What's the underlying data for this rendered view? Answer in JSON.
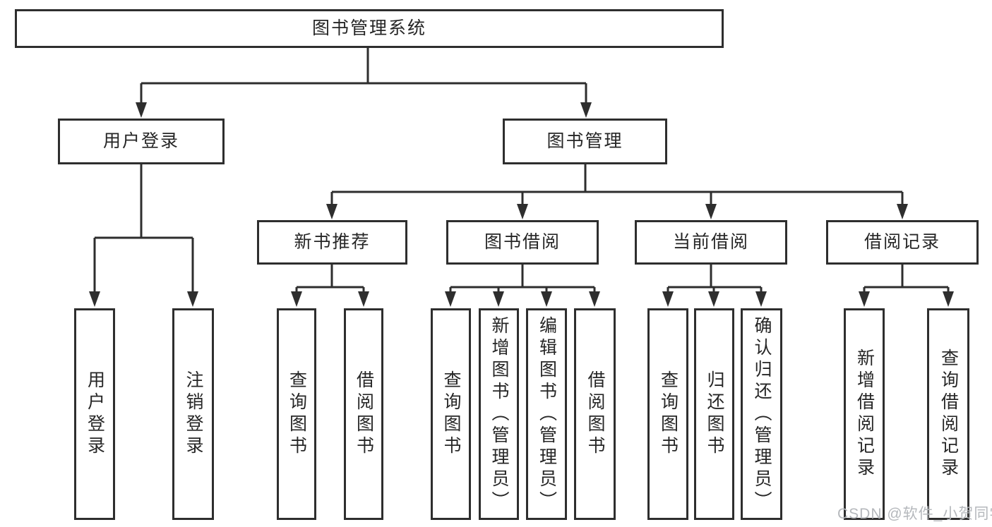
{
  "root": {
    "label": "图书管理系统"
  },
  "branches": [
    {
      "label": "用户登录",
      "children": [
        {
          "label": "用户登录"
        },
        {
          "label": "注销登录"
        }
      ]
    },
    {
      "label": "图书管理"
    }
  ],
  "sections": [
    {
      "label": "新书推荐",
      "children": [
        {
          "label": "查询图书"
        },
        {
          "label": "借阅图书"
        }
      ]
    },
    {
      "label": "图书借阅",
      "children": [
        {
          "label": "查询图书"
        },
        {
          "label": "新增图书（管理员）"
        },
        {
          "label": "编辑图书（管理员）"
        },
        {
          "label": "借阅图书"
        }
      ]
    },
    {
      "label": "当前借阅",
      "children": [
        {
          "label": "查询图书"
        },
        {
          "label": "归还图书"
        },
        {
          "label": "确认归还（管理员）"
        }
      ]
    },
    {
      "label": "借阅记录",
      "children": [
        {
          "label": "新增借阅记录"
        },
        {
          "label": "查询借阅记录"
        }
      ]
    }
  ],
  "watermark": {
    "text": "CSDN @软件_小贺同学"
  },
  "colors": {
    "line": "#2e2e2e",
    "text": "#262626",
    "watermark": "#b5b8bc",
    "background": "#ffffff"
  }
}
